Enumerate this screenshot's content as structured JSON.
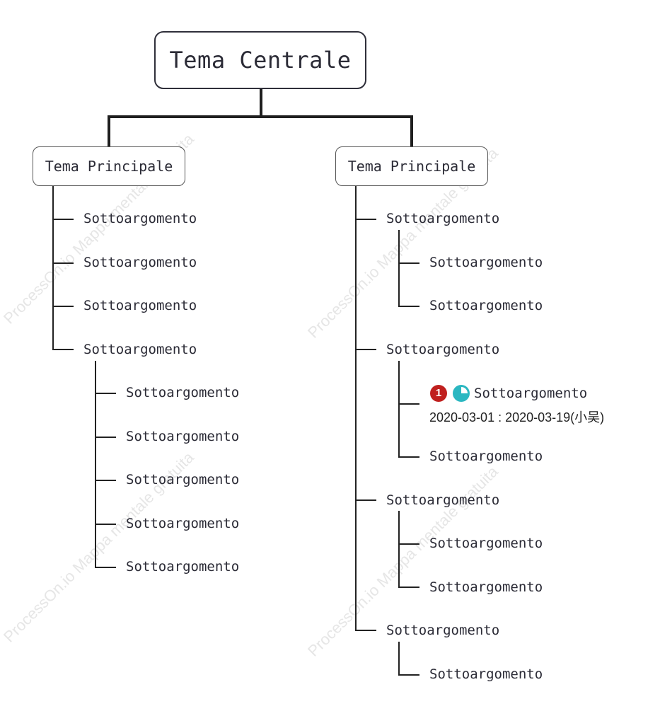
{
  "watermark": "ProcessOn.io Mappa mentale gratuita",
  "root": "Tema Centrale",
  "left": {
    "label": "Tema Principale",
    "subs": [
      "Sottoargomento",
      "Sottoargomento",
      "Sottoargomento",
      "Sottoargomento"
    ],
    "sub4_children": [
      "Sottoargomento",
      "Sottoargomento",
      "Sottoargomento",
      "Sottoargomento",
      "Sottoargomento"
    ]
  },
  "right": {
    "label": "Tema Principale",
    "subs": [
      "Sottoargomento",
      "Sottoargomento",
      "Sottoargomento",
      "Sottoargomento"
    ],
    "sub1_children": [
      "Sottoargomento",
      "Sottoargomento"
    ],
    "sub2_children": [
      "Sottoargomento",
      "Sottoargomento"
    ],
    "sub2_task": {
      "priority": "1",
      "priority_color": "#c0201f",
      "progress_color": "#2bb7c1",
      "progress_icon": "quarter-pie-icon",
      "dates": "2020-03-01 : 2020-03-19(小吴)"
    },
    "sub3_children": [
      "Sottoargomento",
      "Sottoargomento"
    ],
    "sub4_children": [
      "Sottoargomento"
    ]
  }
}
